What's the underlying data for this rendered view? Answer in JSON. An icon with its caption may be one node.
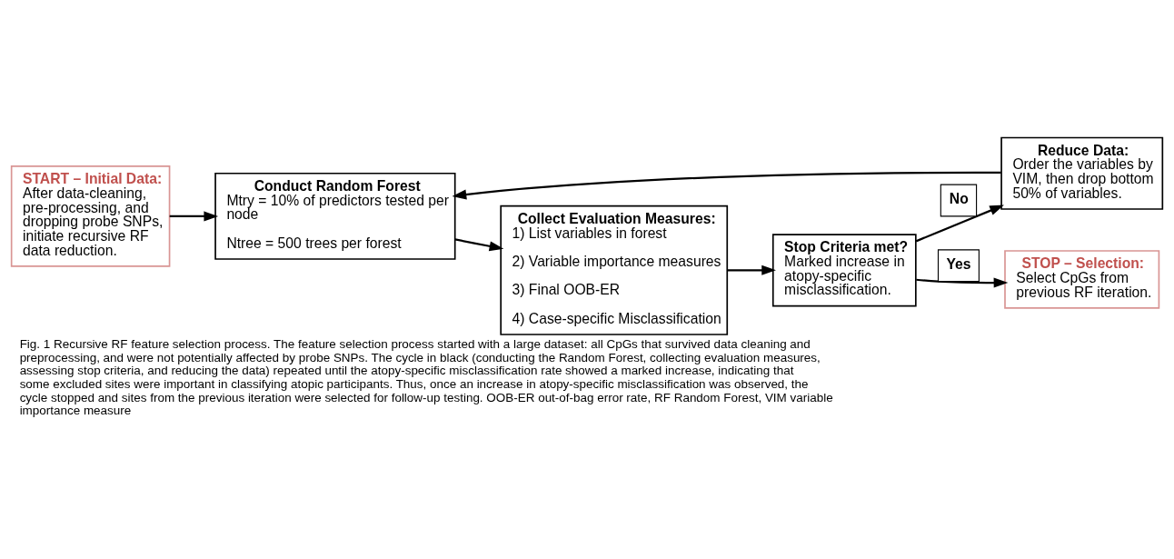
{
  "diagram": {
    "caption": "Fig. 1 Recursive RF feature selection process. The feature selection process started with a large dataset: all CpGs that survived data cleaning and preprocessing, and were not potentially affected by probe SNPs. The cycle in black (conducting the Random Forest, collecting evaluation measures, assessing stop criteria, and reducing the data) repeated until the atopy-specific misclassification rate showed a marked increase, indicating that some excluded sites were important in classifying atopic participants. Thus, once an increase in atopy-specific misclassification was observed, the cycle stopped and sites from the previous iteration were selected for follow-up testing. OOB-ER out-of-bag error rate, RF Random Forest, VIM variable importance measure",
    "nodes": [
      {
        "text": [
          "START – Initial Data:",
          "After data-cleaning, pre-processing, and dropping probe SNPs, initiate recursive RF data reduction."
        ]
      },
      {
        "text": [
          "Reduce Data:",
          "Order the variables by VIM, then drop bottom 50% of variables."
        ]
      },
      {
        "text": [
          "Conduct Random Forest",
          "Mtry = 10% of predictors tested per node",
          "Ntree = 500 trees per forest"
        ]
      },
      {
        "text": [
          "Collect Evaluation Measures:",
          "1) List variables in forest",
          "2) Variable importance measures",
          "3) Final OOB-ER",
          "4) Case-specific Misclassification"
        ]
      },
      {
        "text": [
          "Stop Criteria met?",
          "Marked increase in atopy-specific misclassification."
        ]
      },
      {
        "text": [
          "STOP – Selection:",
          "Select CpGs from previous RF iteration."
        ]
      }
    ],
    "edges": [
      {
        "from": 0,
        "to": 2,
        "arrow": "to"
      },
      {
        "from": 1,
        "to": 2,
        "arrow": "to"
      },
      {
        "from": 2,
        "to": 3,
        "arrow": "to"
      },
      {
        "from": 3,
        "to": 4,
        "arrow": "to"
      },
      {
        "from": 4,
        "to": 1,
        "arrow": "to",
        "label": "No"
      },
      {
        "from": 4,
        "to": 5,
        "arrow": "to",
        "label": "Yes"
      }
    ]
  }
}
